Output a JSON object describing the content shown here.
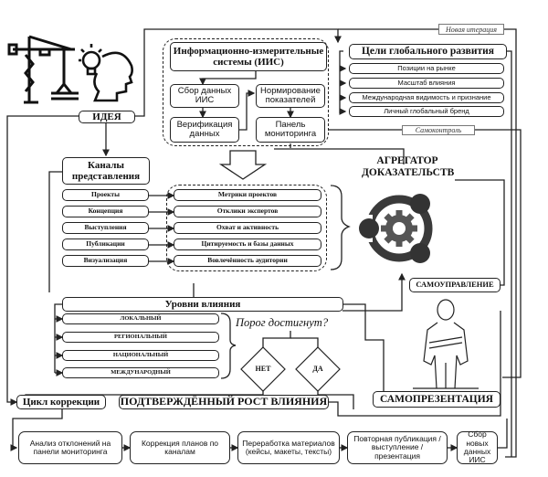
{
  "idea": {
    "label": "ИДЕЯ"
  },
  "iis": {
    "title": "Информационно-измерительные системы (ИИС)",
    "collect": "Сбор данных ИИС",
    "verify": "Верификация данных",
    "norm": "Нормирование показателей",
    "panel": "Панель мониторинга"
  },
  "goals": {
    "title": "Цели глобального развития",
    "items": [
      "Позиции на рынке",
      "Масштаб влияния",
      "Международная видимость и признание",
      "Личный глобальный бренд"
    ]
  },
  "labels": {
    "new_iteration": "Новая итерация",
    "self_control": "Самоконтроль"
  },
  "channels": {
    "title": "Каналы представления",
    "items": [
      "Проекты",
      "Концепция",
      "Выступления",
      "Публикации",
      "Визуализация"
    ]
  },
  "metrics": {
    "items": [
      "Метрики проектов",
      "Отклики экспертов",
      "Охват и активность",
      "Цитируемость и базы данных",
      "Вовлечённость аудитории"
    ]
  },
  "aggregator": {
    "title": "АГРЕГАТОР ДОКАЗАТЕЛЬСТВ"
  },
  "self_management": {
    "label": "САМОУПРАВЛЕНИЕ"
  },
  "levels": {
    "title": "Уровни влияния",
    "items": [
      "ЛОКАЛЬНЫЙ",
      "РЕГИОНАЛЬНЫЙ",
      "НАЦИОНАЛЬНЫЙ",
      "МЕЖДУНАРОДНЫЙ"
    ]
  },
  "threshold": {
    "question": "Порог достигнут?",
    "no": "НЕТ",
    "yes": "ДА"
  },
  "correction": {
    "label": "Цикл коррекции"
  },
  "confirmed": {
    "label": "ПОДТВЕРЖДЁННЫЙ РОСТ ВЛИЯНИЯ"
  },
  "self_presentation": {
    "label": "САМОПРЕЗЕНТАЦИЯ"
  },
  "bottom_steps": [
    "Анализ отклонений на панели мониторинга",
    "Коррекция планов по каналам",
    "Переработка материалов (кейсы, макеты, тексты)",
    "Повторная публикация / выступление / презентация",
    "Сбор новых данных ИИС"
  ]
}
